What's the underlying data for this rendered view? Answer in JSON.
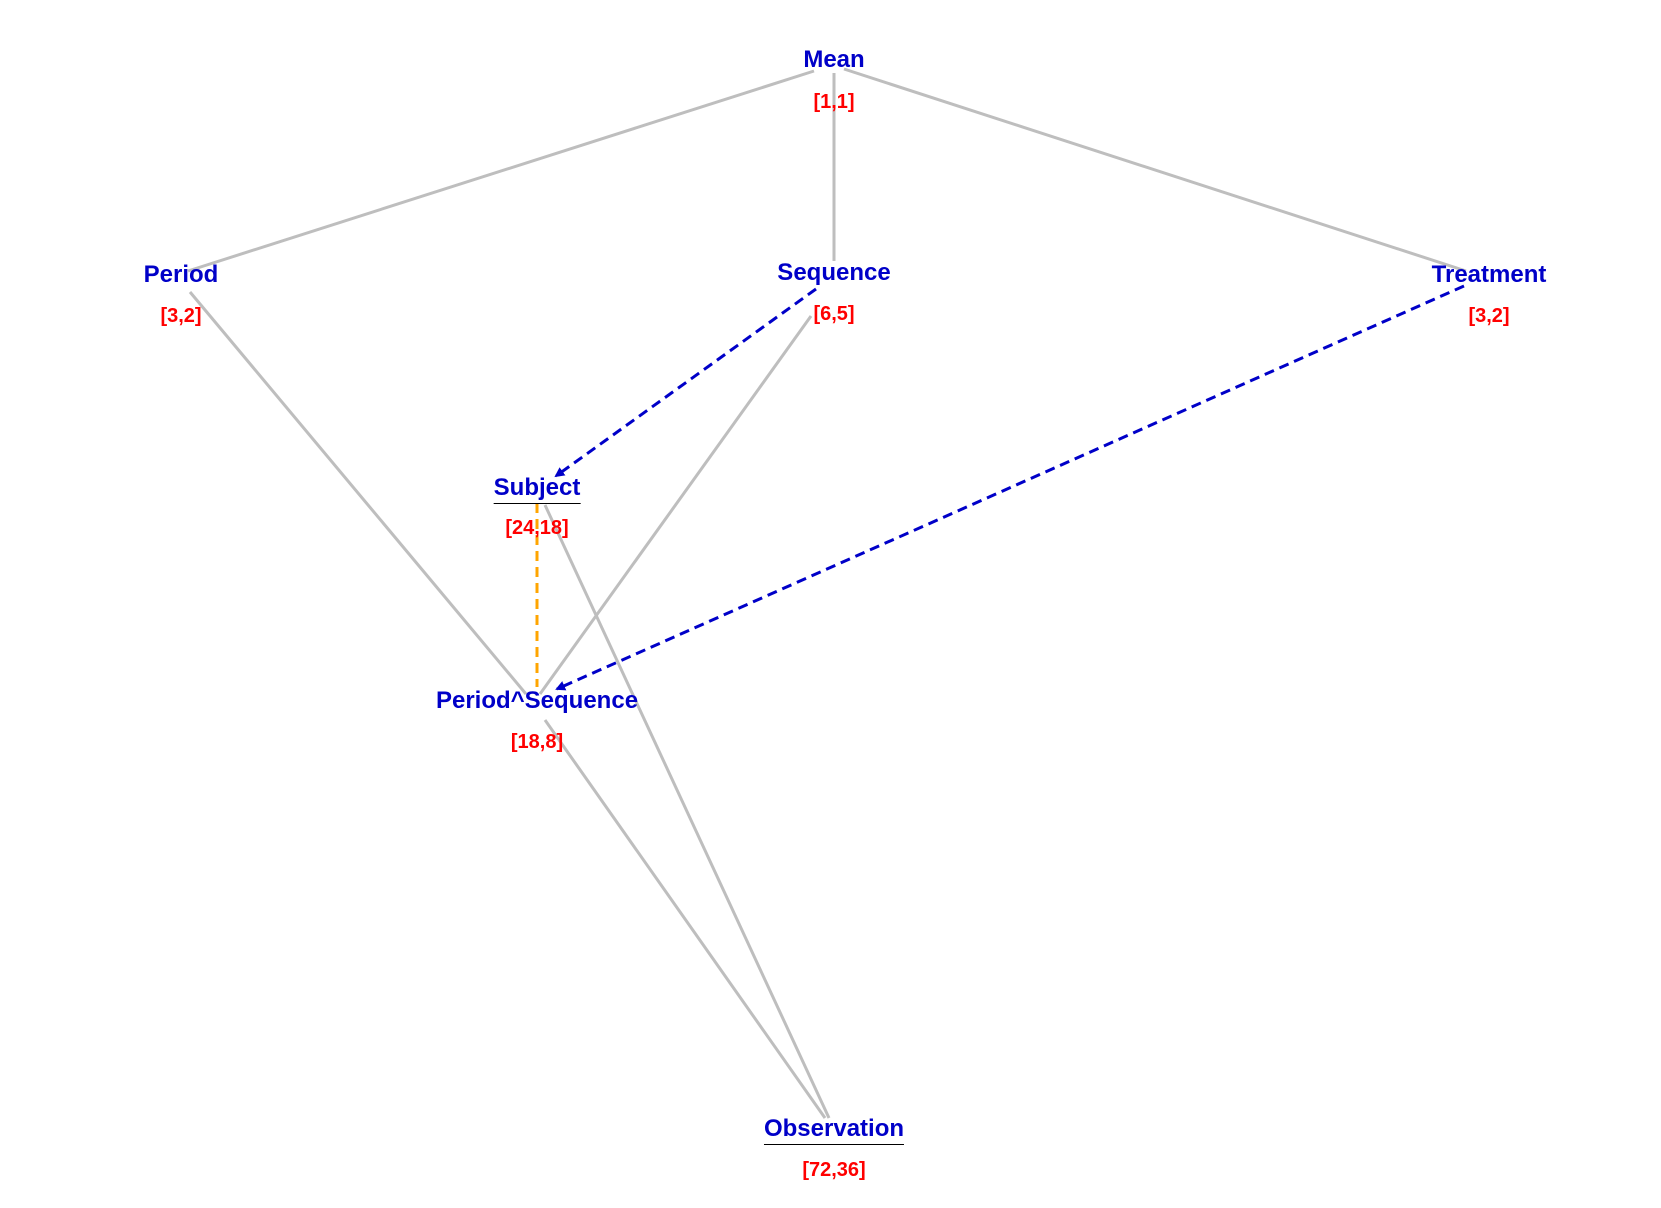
{
  "nodes": [
    {
      "id": "mean",
      "label": "Mean",
      "df": "[1,1]",
      "random": false
    },
    {
      "id": "period",
      "label": "Period",
      "df": "[3,2]",
      "random": false
    },
    {
      "id": "sequence",
      "label": "Sequence",
      "df": "[6,5]",
      "random": false
    },
    {
      "id": "treatment",
      "label": "Treatment",
      "df": "[3,2]",
      "random": false
    },
    {
      "id": "subject",
      "label": "Subject",
      "df": "[24,18]",
      "random": true
    },
    {
      "id": "period_sequence",
      "label": "Period^Sequence",
      "df": "[18,8]",
      "random": false
    },
    {
      "id": "observation",
      "label": "Observation",
      "df": "[72,36]",
      "random": true
    }
  ],
  "edges": [
    {
      "from": "mean",
      "to": "period",
      "style": "solid"
    },
    {
      "from": "mean",
      "to": "sequence",
      "style": "solid"
    },
    {
      "from": "mean",
      "to": "treatment",
      "style": "solid"
    },
    {
      "from": "period",
      "to": "period_sequence",
      "style": "solid"
    },
    {
      "from": "sequence",
      "to": "period_sequence",
      "style": "solid"
    },
    {
      "from": "subject",
      "to": "observation",
      "style": "solid"
    },
    {
      "from": "period_sequence",
      "to": "observation",
      "style": "solid"
    },
    {
      "from": "sequence",
      "to": "subject",
      "style": "dashed-arrow"
    },
    {
      "from": "treatment",
      "to": "period_sequence",
      "style": "dashed-arrow"
    },
    {
      "from": "subject",
      "to": "period_sequence",
      "style": "dashed-orange"
    }
  ],
  "colors": {
    "label": "#0000c8",
    "df": "#ff0000",
    "solid_edge": "#bebebe",
    "dashed_arrow_edge": "#0000c8",
    "dashed_orange_edge": "#ffa500"
  }
}
